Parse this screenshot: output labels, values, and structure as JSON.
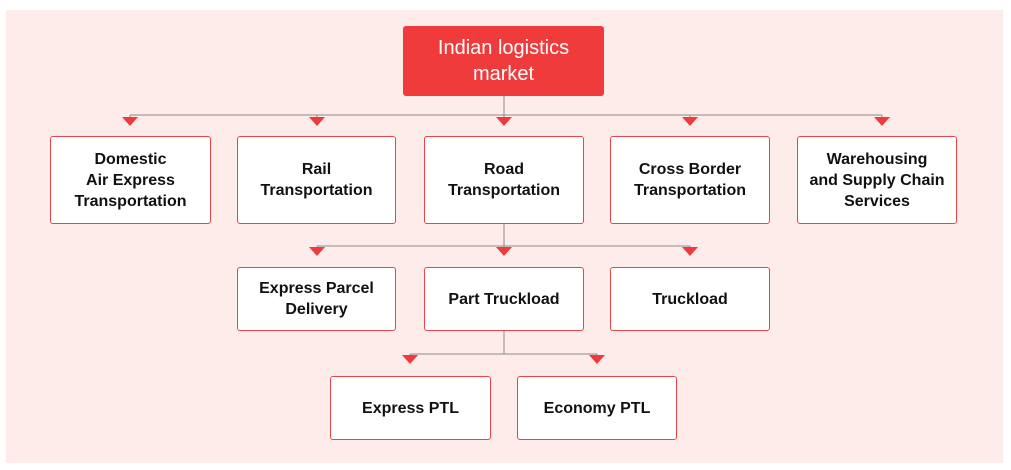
{
  "colors": {
    "accent": "#ef3b3b",
    "border": "#e8464a",
    "background": "#fdecea",
    "connector": "#8a8a8a"
  },
  "root": {
    "label": "Indian logistics\nmarket"
  },
  "segments": [
    {
      "label": "Domestic\nAir Express\nTransportation"
    },
    {
      "label": "Rail\nTransportation"
    },
    {
      "label": "Road\nTransportation"
    },
    {
      "label": "Cross Border\nTransportation"
    },
    {
      "label": "Warehousing\nand Supply Chain\nServices"
    }
  ],
  "road_subsegments": [
    {
      "label": "Express Parcel\nDelivery"
    },
    {
      "label": "Part Truckload"
    },
    {
      "label": "Truckload"
    }
  ],
  "ptl_subsegments": [
    {
      "label": "Express PTL"
    },
    {
      "label": "Economy PTL"
    }
  ]
}
